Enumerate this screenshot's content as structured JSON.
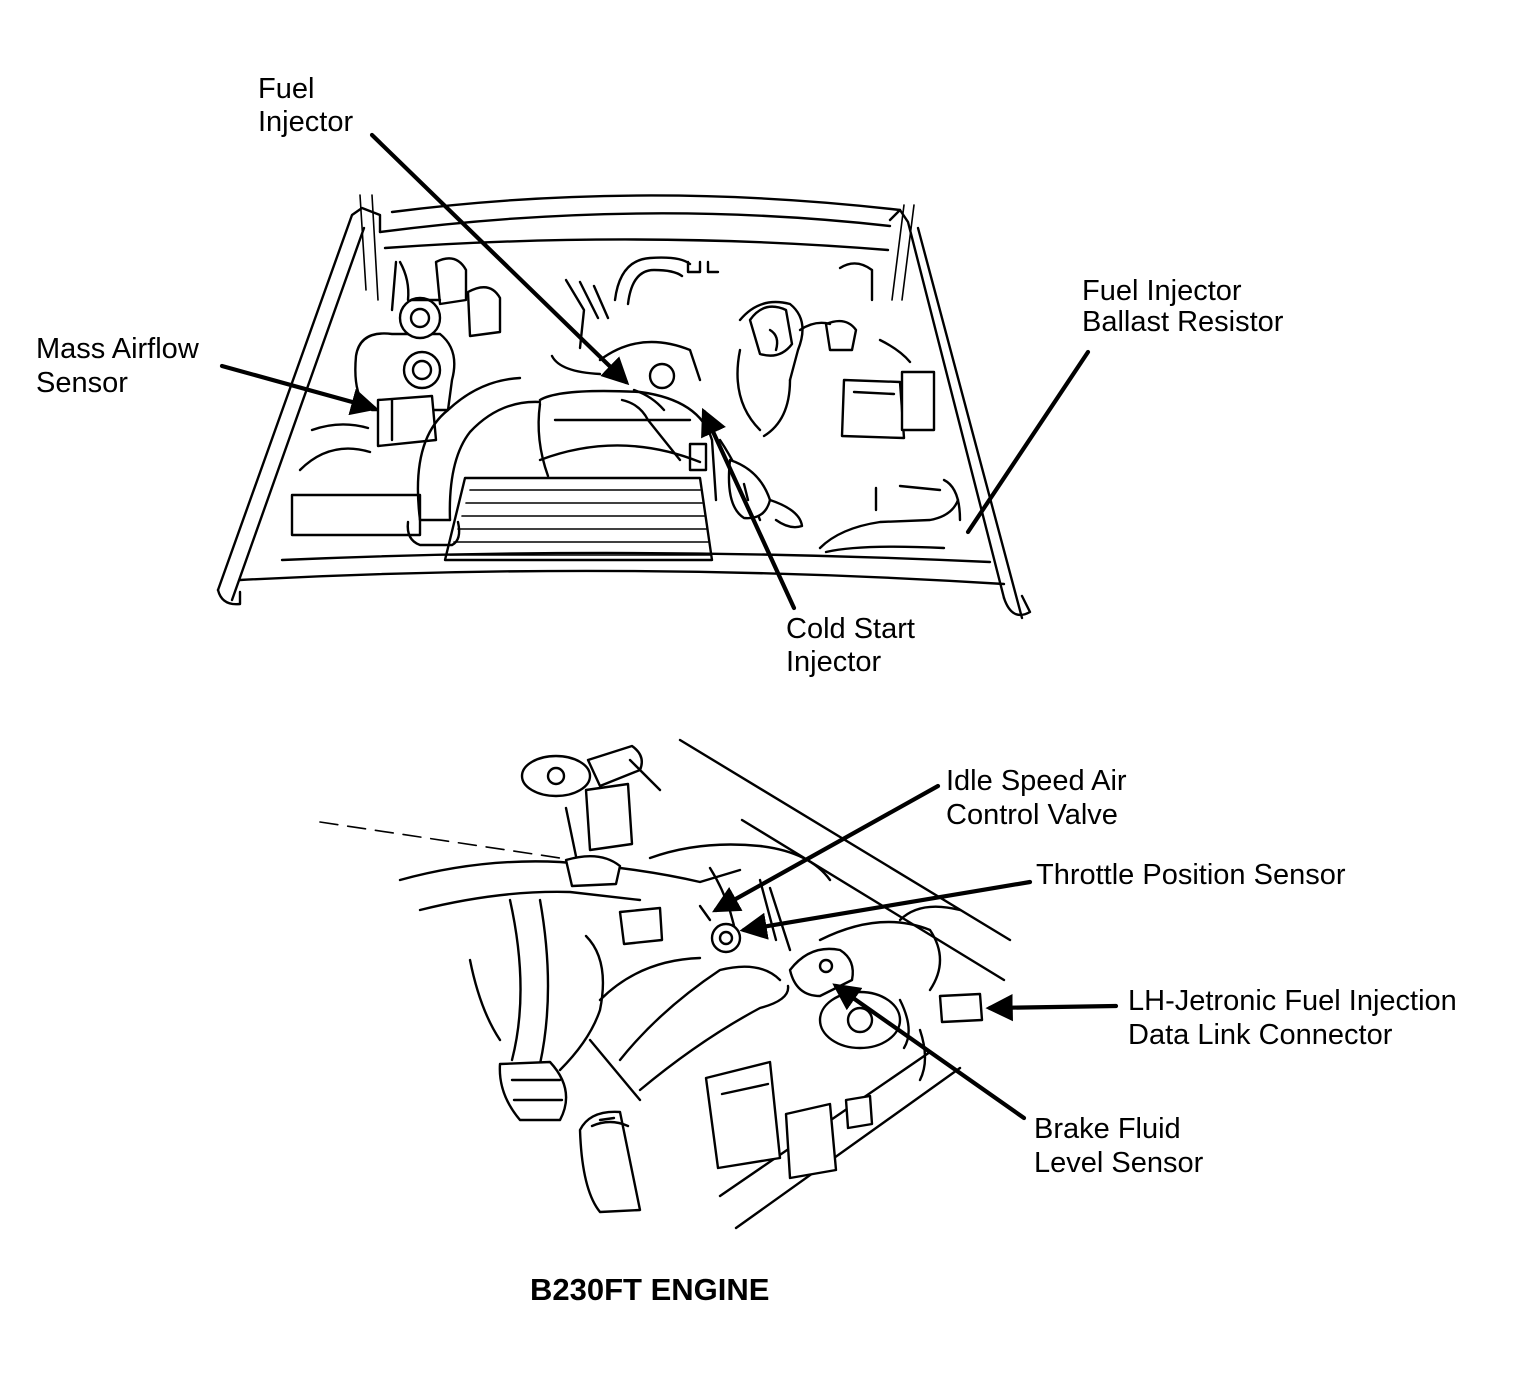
{
  "diagram": {
    "caption": "B230FT ENGINE",
    "top_view_labels": {
      "fuel_injector": [
        "Fuel",
        "Injector"
      ],
      "mass_airflow_sensor": [
        "Mass Airflow",
        "Sensor"
      ],
      "fuel_injector_ballast_resistor": [
        "Fuel Injector",
        "Ballast Resistor"
      ],
      "cold_start_injector": [
        "Cold Start",
        "Injector"
      ]
    },
    "bottom_view_labels": {
      "idle_speed_air_control_valve": [
        "Idle Speed Air",
        "Control Valve"
      ],
      "throttle_position_sensor": [
        "Throttle Position Sensor"
      ],
      "data_link_connector": [
        "LH-Jetronic Fuel Injection",
        "Data Link Connector"
      ],
      "brake_fluid_level_sensor": [
        "Brake Fluid",
        "Level Sensor"
      ]
    }
  }
}
